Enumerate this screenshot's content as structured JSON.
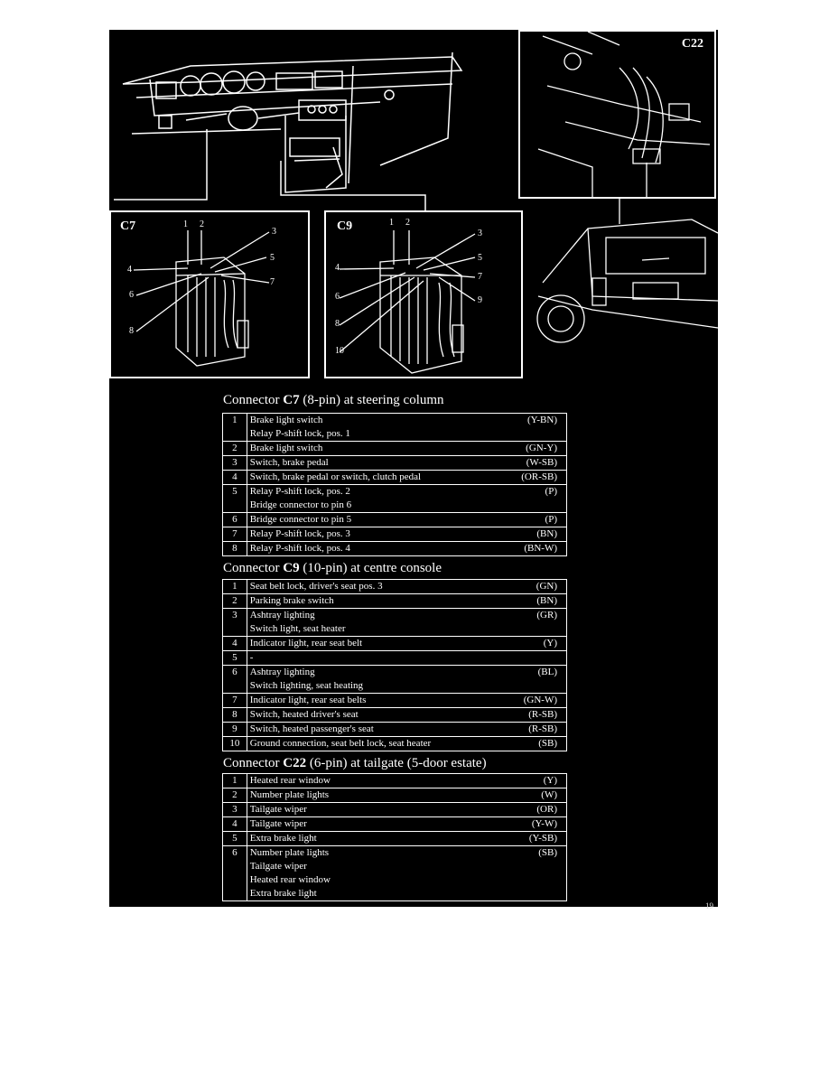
{
  "diagrams": {
    "c7": {
      "label": "C7",
      "pins": [
        "1",
        "2",
        "3",
        "4",
        "5",
        "6",
        "7",
        "8"
      ]
    },
    "c9": {
      "label": "C9",
      "pins": [
        "1",
        "2",
        "3",
        "4",
        "5",
        "6",
        "7",
        "8",
        "9",
        "10"
      ]
    },
    "c22": {
      "label": "C22"
    }
  },
  "connectors": [
    {
      "title_prefix": "Connector ",
      "title_code": "C7",
      "title_suffix": " (8-pin) at steering column",
      "rows": [
        {
          "pin": "1",
          "lines": [
            "Brake light switch",
            "Relay P-shift lock, pos. 1"
          ],
          "color": "(Y-BN)"
        },
        {
          "pin": "2",
          "lines": [
            "Brake light switch"
          ],
          "color": "(GN-Y)"
        },
        {
          "pin": "3",
          "lines": [
            "Switch, brake pedal"
          ],
          "color": "(W-SB)"
        },
        {
          "pin": "4",
          "lines": [
            "Switch, brake pedal or switch, clutch pedal"
          ],
          "color": "(OR-SB)"
        },
        {
          "pin": "5",
          "lines": [
            "Relay P-shift lock, pos. 2",
            "Bridge connector to pin 6"
          ],
          "color": "(P)"
        },
        {
          "pin": "6",
          "lines": [
            "Bridge connector to pin 5"
          ],
          "color": "(P)"
        },
        {
          "pin": "7",
          "lines": [
            "Relay P-shift lock, pos. 3"
          ],
          "color": "(BN)"
        },
        {
          "pin": "8",
          "lines": [
            "Relay P-shift lock, pos. 4"
          ],
          "color": "(BN-W)"
        }
      ]
    },
    {
      "title_prefix": "Connector ",
      "title_code": "C9",
      "title_suffix": " (10-pin) at centre console",
      "rows": [
        {
          "pin": "1",
          "lines": [
            "Seat belt lock, driver's seat pos. 3"
          ],
          "color": "(GN)"
        },
        {
          "pin": "2",
          "lines": [
            "Parking brake switch"
          ],
          "color": "(BN)"
        },
        {
          "pin": "3",
          "lines": [
            "Ashtray lighting",
            "Switch light, seat heater"
          ],
          "color": "(GR)"
        },
        {
          "pin": "4",
          "lines": [
            "Indicator light, rear seat belt"
          ],
          "color": "(Y)"
        },
        {
          "pin": "5",
          "lines": [
            "-"
          ],
          "color": ""
        },
        {
          "pin": "6",
          "lines": [
            "Ashtray lighting",
            "Switch lighting, seat heating"
          ],
          "color": "(BL)"
        },
        {
          "pin": "7",
          "lines": [
            "Indicator light, rear seat belts"
          ],
          "color": "(GN-W)"
        },
        {
          "pin": "8",
          "lines": [
            "Switch, heated driver's seat"
          ],
          "color": "(R-SB)"
        },
        {
          "pin": "9",
          "lines": [
            "Switch, heated passenger's seat"
          ],
          "color": "(R-SB)"
        },
        {
          "pin": "10",
          "lines": [
            "Ground connection, seat belt lock, seat heater"
          ],
          "color": "(SB)"
        }
      ]
    },
    {
      "title_prefix": "Connector ",
      "title_code": "C22",
      "title_suffix": " (6-pin) at tailgate (5-door estate)",
      "rows": [
        {
          "pin": "1",
          "lines": [
            "Heated rear window"
          ],
          "color": "(Y)"
        },
        {
          "pin": "2",
          "lines": [
            "Number plate lights"
          ],
          "color": "(W)"
        },
        {
          "pin": "3",
          "lines": [
            "Tailgate wiper"
          ],
          "color": "(OR)"
        },
        {
          "pin": "4",
          "lines": [
            "Tailgate wiper"
          ],
          "color": "(Y-W)"
        },
        {
          "pin": "5",
          "lines": [
            "Extra brake light"
          ],
          "color": "(Y-SB)"
        },
        {
          "pin": "6",
          "lines": [
            "Number plate lights",
            "Tailgate wiper",
            "Heated rear window",
            "Extra brake light"
          ],
          "color": "(SB)"
        }
      ]
    }
  ],
  "page_number": "19"
}
